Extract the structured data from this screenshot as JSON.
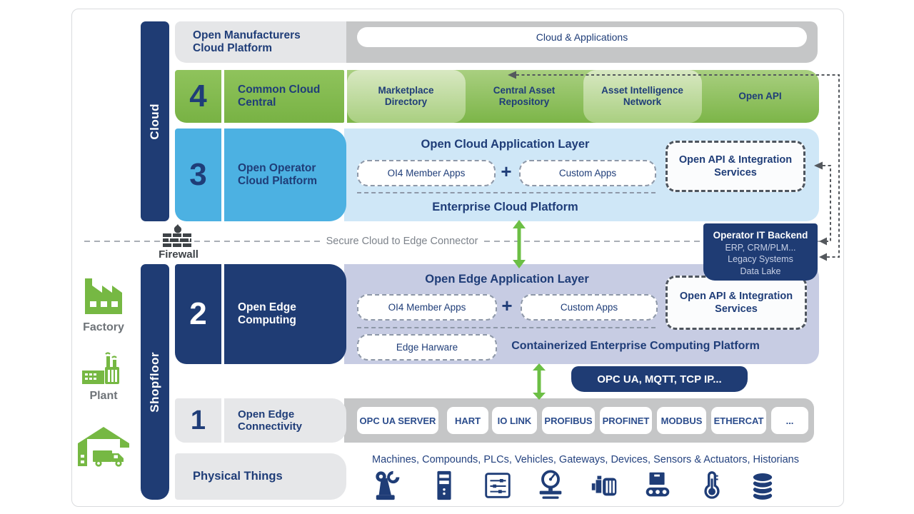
{
  "diagram": {
    "bars": {
      "cloud": "Cloud",
      "shopfloor": "Shopfloor"
    },
    "top": {
      "label": "Open Manufacturers Cloud Platform",
      "pill": "Cloud & Applications"
    },
    "row4": {
      "number": "4",
      "label": "Common Cloud Central",
      "segments": [
        "Marketplace Directory",
        "Central Asset Repository",
        "Asset Intelligence Network",
        "Open API"
      ]
    },
    "row3": {
      "number": "3",
      "label": "Open Operator Cloud Platform",
      "app_title": "Open Cloud Application Layer",
      "app1": "OI4 Member Apps",
      "plus": "+",
      "app2": "Custom Apps",
      "platform": "Enterprise Cloud Platform",
      "integration": "Open API & Integration Services"
    },
    "firewall": {
      "label": "Firewall",
      "connector": "Secure Cloud to Edge Connector"
    },
    "backend": {
      "title": "Operator IT Backend",
      "line1": "ERP, CRM/PLM...",
      "line2": "Legacy Systems",
      "line3": "Data Lake"
    },
    "row2": {
      "number": "2",
      "label": "Open Edge Computing",
      "app_title": "Open Edge Application Layer",
      "app1": "OI4 Member Apps",
      "plus": "+",
      "app2": "Custom Apps",
      "hardware": "Edge Harware",
      "platform": "Containerized Enterprise Computing Platform",
      "integration": "Open API & Integration Services"
    },
    "bus": "OPC UA, MQTT, TCP IP...",
    "row1": {
      "number": "1",
      "label": "Open Edge Connectivity",
      "protocols": [
        "OPC UA SERVER",
        "HART",
        "IO LINK",
        "PROFIBUS",
        "PROFINET",
        "MODBUS",
        "ETHERCAT",
        "..."
      ]
    },
    "physical": {
      "label": "Physical Things",
      "caption": "Machines, Compounds, PLCs, Vehicles, Gateways, Devices, Sensors & Actuators, Historians",
      "icons": [
        "robot-arm",
        "server-cabinet",
        "plc-panel",
        "gauge",
        "pump-motor",
        "conveyor",
        "thermometer",
        "database"
      ]
    },
    "left": {
      "factory_label": "Factory",
      "plant_label": "Plant",
      "icons": [
        "factory",
        "plant",
        "warehouse-truck"
      ]
    },
    "colors": {
      "navy": "#1F3C74",
      "green": "#7FBB4A",
      "green_light": "#C9E0AB",
      "sky_blue": "#4CB1E2",
      "light_blue": "#CFE7F7",
      "lavender": "#C7CCE3",
      "gray_band": "#C5C6C7",
      "light_gray": "#E6E7E9",
      "arrow_green": "#6CBF45",
      "icon_green": "#76B843"
    }
  }
}
